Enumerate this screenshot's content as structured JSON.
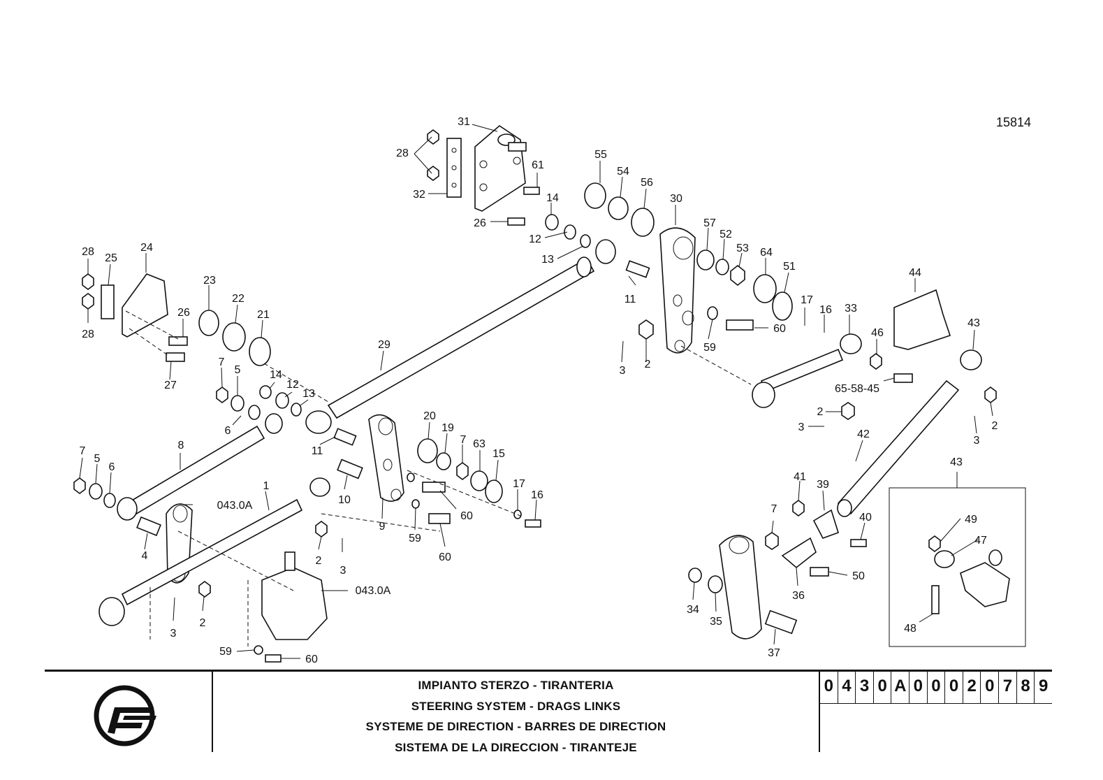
{
  "drawing_number": "15814",
  "callouts": [
    {
      "id": "c31",
      "text": "31"
    },
    {
      "id": "c28a",
      "text": "28"
    },
    {
      "id": "c32",
      "text": "32"
    },
    {
      "id": "c61",
      "text": "61"
    },
    {
      "id": "c14a",
      "text": "14"
    },
    {
      "id": "c26a",
      "text": "26"
    },
    {
      "id": "c12a",
      "text": "12"
    },
    {
      "id": "c13a",
      "text": "13"
    },
    {
      "id": "c55",
      "text": "55"
    },
    {
      "id": "c54",
      "text": "54"
    },
    {
      "id": "c56",
      "text": "56"
    },
    {
      "id": "c30",
      "text": "30"
    },
    {
      "id": "c57",
      "text": "57"
    },
    {
      "id": "c52",
      "text": "52"
    },
    {
      "id": "c53",
      "text": "53"
    },
    {
      "id": "c64",
      "text": "64"
    },
    {
      "id": "c51",
      "text": "51"
    },
    {
      "id": "c11a",
      "text": "11"
    },
    {
      "id": "c17a",
      "text": "17"
    },
    {
      "id": "c16a",
      "text": "16"
    },
    {
      "id": "c33",
      "text": "33"
    },
    {
      "id": "c60a",
      "text": "60"
    },
    {
      "id": "c59a",
      "text": "59"
    },
    {
      "id": "c3a",
      "text": "3"
    },
    {
      "id": "c2a",
      "text": "2"
    },
    {
      "id": "c44",
      "text": "44"
    },
    {
      "id": "c46",
      "text": "46"
    },
    {
      "id": "c43a",
      "text": "43"
    },
    {
      "id": "c655845",
      "text": "65-58-45"
    },
    {
      "id": "c2b",
      "text": "2"
    },
    {
      "id": "c3b",
      "text": "3"
    },
    {
      "id": "c2c",
      "text": "2"
    },
    {
      "id": "c3c",
      "text": "3"
    },
    {
      "id": "c42",
      "text": "42"
    },
    {
      "id": "c28b",
      "text": "28"
    },
    {
      "id": "c25",
      "text": "25"
    },
    {
      "id": "c24",
      "text": "24"
    },
    {
      "id": "c28c",
      "text": "28"
    },
    {
      "id": "c23",
      "text": "23"
    },
    {
      "id": "c22",
      "text": "22"
    },
    {
      "id": "c21",
      "text": "21"
    },
    {
      "id": "c26b",
      "text": "26"
    },
    {
      "id": "c27",
      "text": "27"
    },
    {
      "id": "c29",
      "text": "29"
    },
    {
      "id": "c7a",
      "text": "7"
    },
    {
      "id": "c5a",
      "text": "5"
    },
    {
      "id": "c14b",
      "text": "14"
    },
    {
      "id": "c12b",
      "text": "12"
    },
    {
      "id": "c13b",
      "text": "13"
    },
    {
      "id": "c6a",
      "text": "6"
    },
    {
      "id": "c11b",
      "text": "11"
    },
    {
      "id": "c20",
      "text": "20"
    },
    {
      "id": "c19",
      "text": "19"
    },
    {
      "id": "c7b",
      "text": "7"
    },
    {
      "id": "c63",
      "text": "63"
    },
    {
      "id": "c15",
      "text": "15"
    },
    {
      "id": "c8",
      "text": "8"
    },
    {
      "id": "c7c",
      "text": "7"
    },
    {
      "id": "c5b",
      "text": "5"
    },
    {
      "id": "c6b",
      "text": "6"
    },
    {
      "id": "c1",
      "text": "1"
    },
    {
      "id": "c0430a",
      "text": "043.0A"
    },
    {
      "id": "c10",
      "text": "10"
    },
    {
      "id": "c17b",
      "text": "17"
    },
    {
      "id": "c16b",
      "text": "16"
    },
    {
      "id": "c60b",
      "text": "60"
    },
    {
      "id": "c9",
      "text": "9"
    },
    {
      "id": "c59b",
      "text": "59"
    },
    {
      "id": "c60c",
      "text": "60"
    },
    {
      "id": "c4",
      "text": "4"
    },
    {
      "id": "c2d",
      "text": "2"
    },
    {
      "id": "c3d",
      "text": "3"
    },
    {
      "id": "c0430b",
      "text": "043.0A"
    },
    {
      "id": "c3e",
      "text": "3"
    },
    {
      "id": "c2e",
      "text": "2"
    },
    {
      "id": "c59c",
      "text": "59"
    },
    {
      "id": "c60d",
      "text": "60"
    },
    {
      "id": "c41",
      "text": "41"
    },
    {
      "id": "c39",
      "text": "39"
    },
    {
      "id": "c7d",
      "text": "7"
    },
    {
      "id": "c40",
      "text": "40"
    },
    {
      "id": "c50",
      "text": "50"
    },
    {
      "id": "c36",
      "text": "36"
    },
    {
      "id": "c34",
      "text": "34"
    },
    {
      "id": "c35",
      "text": "35"
    },
    {
      "id": "c37",
      "text": "37"
    },
    {
      "id": "c43b",
      "text": "43"
    },
    {
      "id": "c49",
      "text": "49"
    },
    {
      "id": "c47",
      "text": "47"
    },
    {
      "id": "c48",
      "text": "48"
    }
  ],
  "title_block": {
    "titles": [
      "IMPIANTO STERZO - TIRANTERIA",
      "STEERING SYSTEM - DRAGS LINKS",
      "SYSTEME DE DIRECTION - BARRES DE DIRECTION",
      "SISTEMA DE LA DIRECCION - TIRANTEJE"
    ],
    "code_chars": [
      "0",
      "4",
      "3",
      "0",
      "A",
      "0",
      "0",
      "0",
      "2",
      "0",
      "7",
      "8",
      "9"
    ]
  }
}
